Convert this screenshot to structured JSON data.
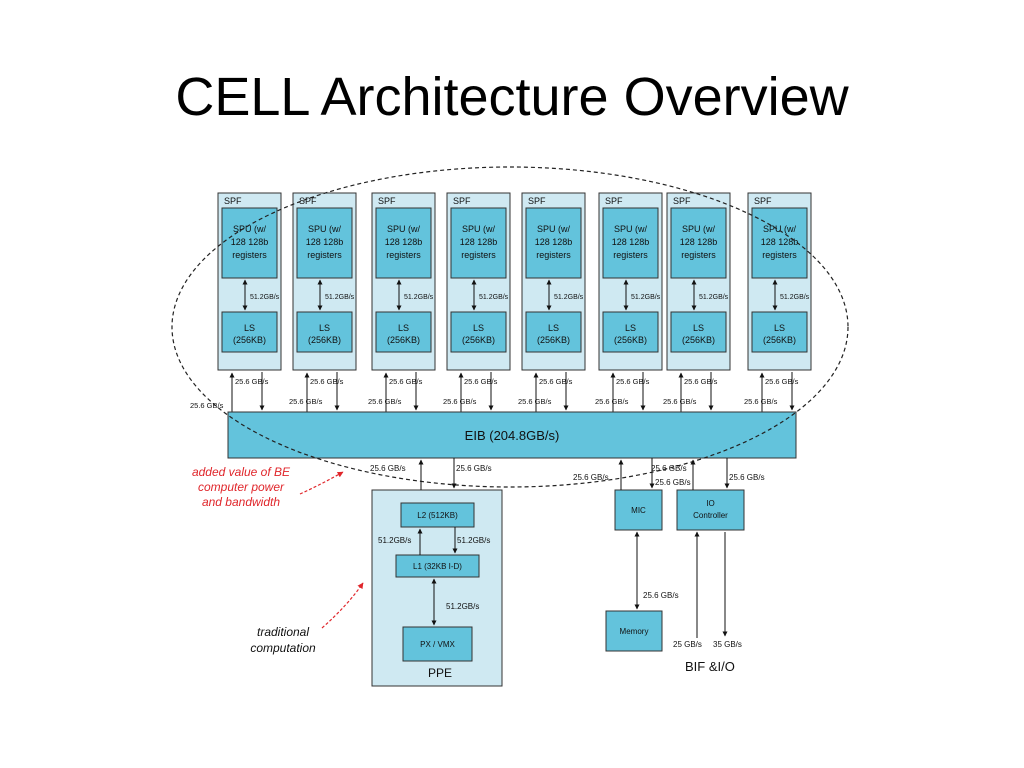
{
  "slide": {
    "title": "CELL Architecture Overview"
  },
  "spe": {
    "header": "SPF",
    "spu_lines": [
      "SPU (w/",
      "128 128b",
      "registers"
    ],
    "ls_lines": [
      "LS",
      "(256KB)"
    ],
    "internal_bw": "51.2GB/s",
    "count": 8
  },
  "eib": {
    "label": "EIB (204.8GB/s)",
    "link_bw": "25.6 GB/s"
  },
  "annotations": {
    "added_value": [
      "added value of BE",
      "computer power",
      "and bandwidth"
    ],
    "traditional": [
      "traditional",
      "computation"
    ]
  },
  "ppe": {
    "label": "PPE",
    "l2": "L2 (512KB)",
    "l1": "L1 (32KB I-D)",
    "core": "PX / VMX",
    "bw": "51.2GB/s",
    "link_bw": "25.6 GB/s"
  },
  "mic": {
    "label": "MIC",
    "link_bw": "25.6 GB/s",
    "memory_bw": "25.6 GB/s"
  },
  "memory": {
    "label": "Memory"
  },
  "io": {
    "label_lines": [
      "IO",
      "Controller"
    ],
    "in_bw": "25 GB/s",
    "out_bw": "35 GB/s",
    "link_bw": "25.6 GB/s"
  },
  "bif": {
    "label": "BIF &I/O"
  },
  "colors": {
    "box": "#63c3dc",
    "container": "#cfe9f2",
    "accent": "#e0262b"
  }
}
